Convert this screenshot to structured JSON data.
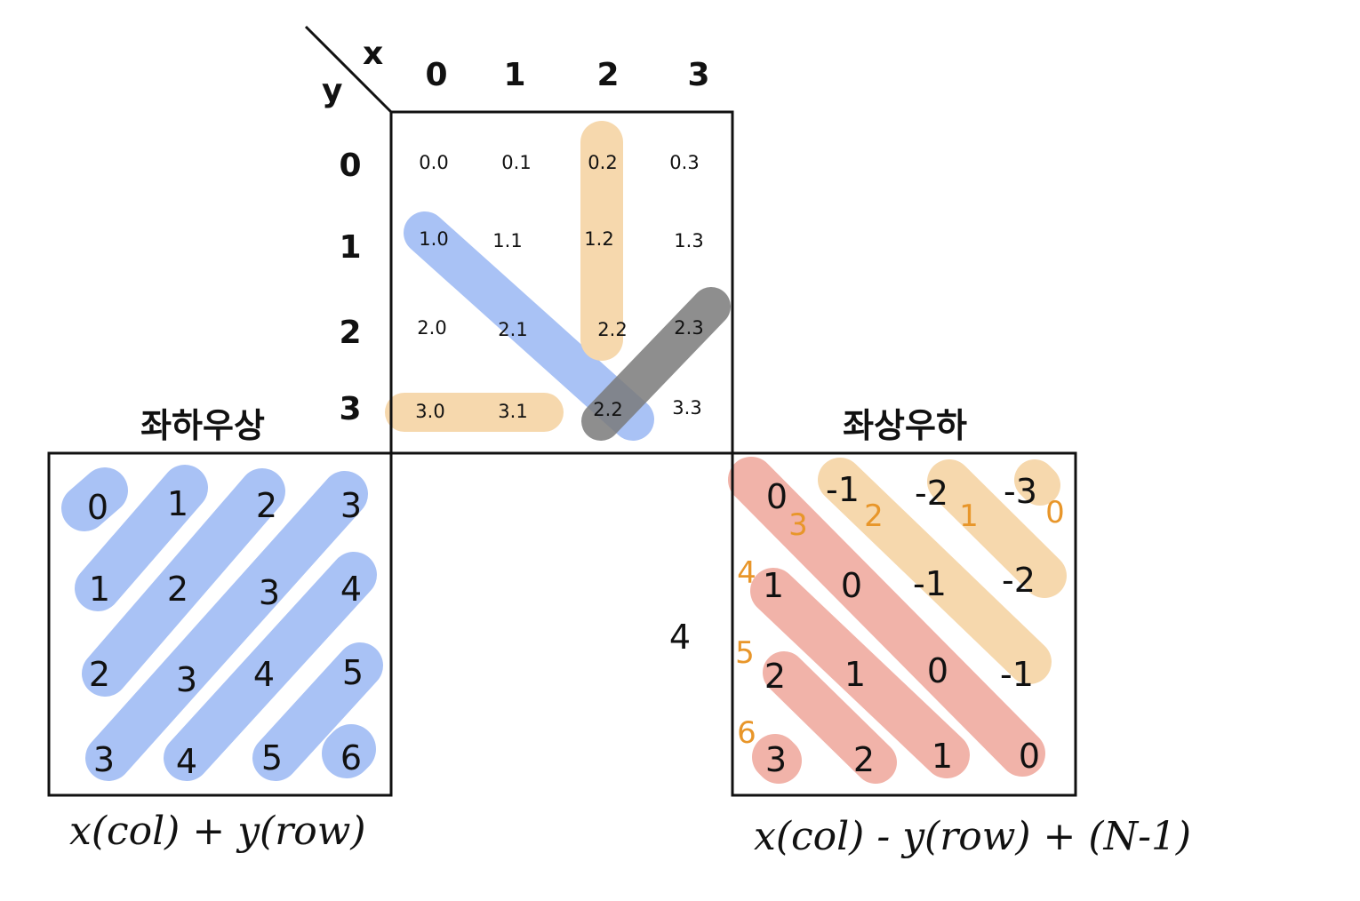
{
  "axes": {
    "x_label": "x",
    "y_label": "y",
    "col_headers": [
      "0",
      "1",
      "2",
      "3"
    ],
    "row_headers": [
      "0",
      "1",
      "2",
      "3"
    ]
  },
  "top_grid": [
    [
      "0.0",
      "0.1",
      "0.2",
      "0.3"
    ],
    [
      "1.0",
      "1.1",
      "1.2",
      "1.3"
    ],
    [
      "2.0",
      "2.1",
      "2.2",
      "2.3"
    ],
    [
      "3.0",
      "3.1",
      "2.2",
      "3.3"
    ]
  ],
  "left_panel": {
    "title": "좌하우상",
    "grid": [
      [
        "0",
        "1",
        "2",
        "3"
      ],
      [
        "1",
        "2",
        "3",
        "4"
      ],
      [
        "2",
        "3",
        "4",
        "5"
      ],
      [
        "3",
        "4",
        "5",
        "6"
      ]
    ],
    "formula": "x(col) + y(row)"
  },
  "right_panel": {
    "title": "좌상우하",
    "grid": [
      [
        "0",
        "-1",
        "-2",
        "-3"
      ],
      [
        "1",
        "0",
        "-1",
        "-2"
      ],
      [
        "2",
        "1",
        "0",
        "-1"
      ],
      [
        "3",
        "2",
        "1",
        "0"
      ]
    ],
    "offset_labels": [
      "3",
      "2",
      "1",
      "0",
      "4",
      "5",
      "6"
    ],
    "n_label": "4",
    "formula": "x(col) - y(row) + (N-1)"
  },
  "colors": {
    "blue": "#a9c2f5",
    "orange": "#f6d8ad",
    "gray": "#7a7a7a",
    "pink": "#f1b3a9",
    "annotation_orange": "#e8962a",
    "ink": "#111111"
  }
}
